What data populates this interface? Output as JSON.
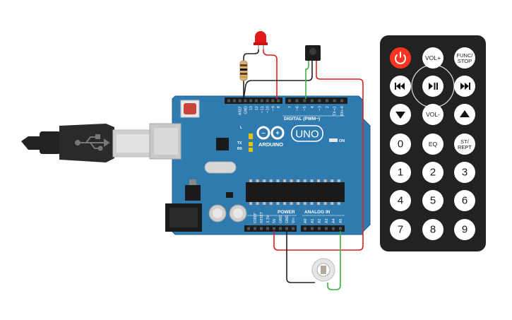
{
  "board": {
    "digital_header": "DIGITAL (PWM~)",
    "logo_text": "ARDUINO",
    "model": "UNO",
    "on_label": "ON",
    "power_label": "POWER",
    "analog_label": "ANALOG IN",
    "led_l": "L",
    "led_tx": "TX",
    "led_rx": "RX",
    "digital_pins": [
      "AREF",
      "GND",
      "13",
      "12",
      "~11",
      "~10",
      "~9",
      "8",
      "7",
      "~6",
      "~5",
      "4",
      "~3",
      "2",
      "TX→1",
      "RX←0"
    ],
    "power_pins": [
      "IOREF",
      "RESET",
      "3.3V",
      "5V",
      "GND",
      "GND",
      "Vin"
    ],
    "analog_pins": [
      "A0",
      "A1",
      "A2",
      "A3",
      "A4",
      "A5"
    ]
  },
  "remote": {
    "buttons": [
      {
        "id": "power",
        "label": "",
        "icon": "power-icon",
        "color": "#ff3322"
      },
      {
        "id": "vol-up",
        "label": "VOL+"
      },
      {
        "id": "func-stop",
        "label": "FUNC/\nSTOP"
      },
      {
        "id": "rewind",
        "label": "",
        "icon": "rewind-icon"
      },
      {
        "id": "play-pause",
        "label": "",
        "icon": "play-pause-icon"
      },
      {
        "id": "fast-forward",
        "label": "",
        "icon": "fast-forward-icon"
      },
      {
        "id": "down",
        "label": "",
        "icon": "down-arrow-icon"
      },
      {
        "id": "vol-down",
        "label": "VOL-"
      },
      {
        "id": "up",
        "label": "",
        "icon": "up-arrow-icon"
      },
      {
        "id": "0",
        "label": "0"
      },
      {
        "id": "eq",
        "label": "EQ"
      },
      {
        "id": "st-rept",
        "label": "ST/\nREPT"
      },
      {
        "id": "1",
        "label": "1"
      },
      {
        "id": "2",
        "label": "2"
      },
      {
        "id": "3",
        "label": "3"
      },
      {
        "id": "4",
        "label": "4"
      },
      {
        "id": "5",
        "label": "5"
      },
      {
        "id": "6",
        "label": "6"
      },
      {
        "id": "7",
        "label": "7"
      },
      {
        "id": "8",
        "label": "8"
      },
      {
        "id": "9",
        "label": "9"
      }
    ]
  },
  "colors": {
    "board": "#2f7bb0",
    "board_dark": "#1e5f8d",
    "wire_red": "#e02020",
    "wire_black": "#222222",
    "wire_green": "#3cb043",
    "led_red": "#e01a1a",
    "remote_body": "#222222",
    "remote_button": "#ffffff"
  }
}
